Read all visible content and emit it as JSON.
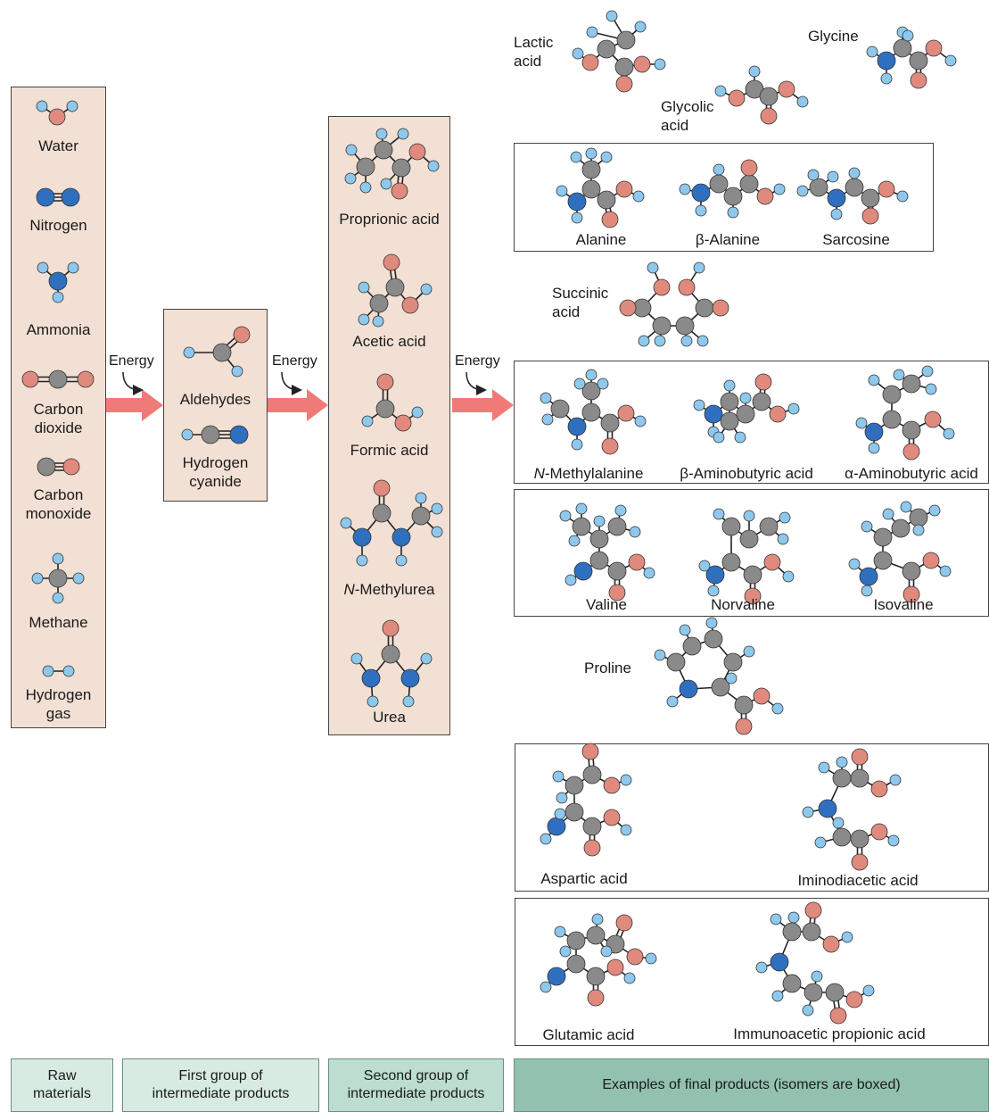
{
  "colors": {
    "panel": "#f2e0d4",
    "legend_light": "#d7ebe2",
    "legend_mid": "#bcddd0",
    "legend_dark": "#93c1b0",
    "arrow": "#f07a78",
    "oxygen": "#e08a7e",
    "hydrogen": "#8ec8ec",
    "carbon": "#8a8a8a",
    "nitrogen": "#2f6fc0"
  },
  "raw": {
    "water": "Water",
    "nitrogen": "Nitrogen",
    "ammonia": "Ammonia",
    "carbon_dioxide": "Carbon\ndioxide",
    "carbon_monoxide": "Carbon\nmonoxide",
    "methane": "Methane",
    "hydrogen_gas": "Hydrogen\ngas"
  },
  "energy": "Energy",
  "first": {
    "aldehydes": "Aldehydes",
    "hydrogen_cyanide": "Hydrogen\ncyanide"
  },
  "second": {
    "proprionic": "Proprionic acid",
    "acetic": "Acetic acid",
    "formic": "Formic acid",
    "methylurea_prefix": "N",
    "methylurea_suffix": "-Methylurea",
    "urea": "Urea"
  },
  "final": {
    "lactic": "Lactic\nacid",
    "glycine": "Glycine",
    "glycolic": "Glycolic\nacid",
    "alanine": "Alanine",
    "beta_alanine": "β-Alanine",
    "sarcosine": "Sarcosine",
    "succinic": "Succinic\nacid",
    "methylalanine_prefix": "N",
    "methylalanine_suffix": "-Methylalanine",
    "beta_aminobutyric": "β-Aminobutyric acid",
    "alpha_aminobutyric": "α-Aminobutyric acid",
    "valine": "Valine",
    "norvaline": "Norvaline",
    "isovaline": "Isovaline",
    "proline": "Proline",
    "aspartic": "Aspartic acid",
    "iminodiacetic": "Iminodiacetic acid",
    "glutamic": "Glutamic acid",
    "immunoacetic": "Immunoacetic propionic acid"
  },
  "legend": {
    "raw": "Raw\nmaterials",
    "first": "First group of\nintermediate products",
    "second": "Second group of\nintermediate products",
    "final": "Examples of final products (isomers are boxed)"
  }
}
